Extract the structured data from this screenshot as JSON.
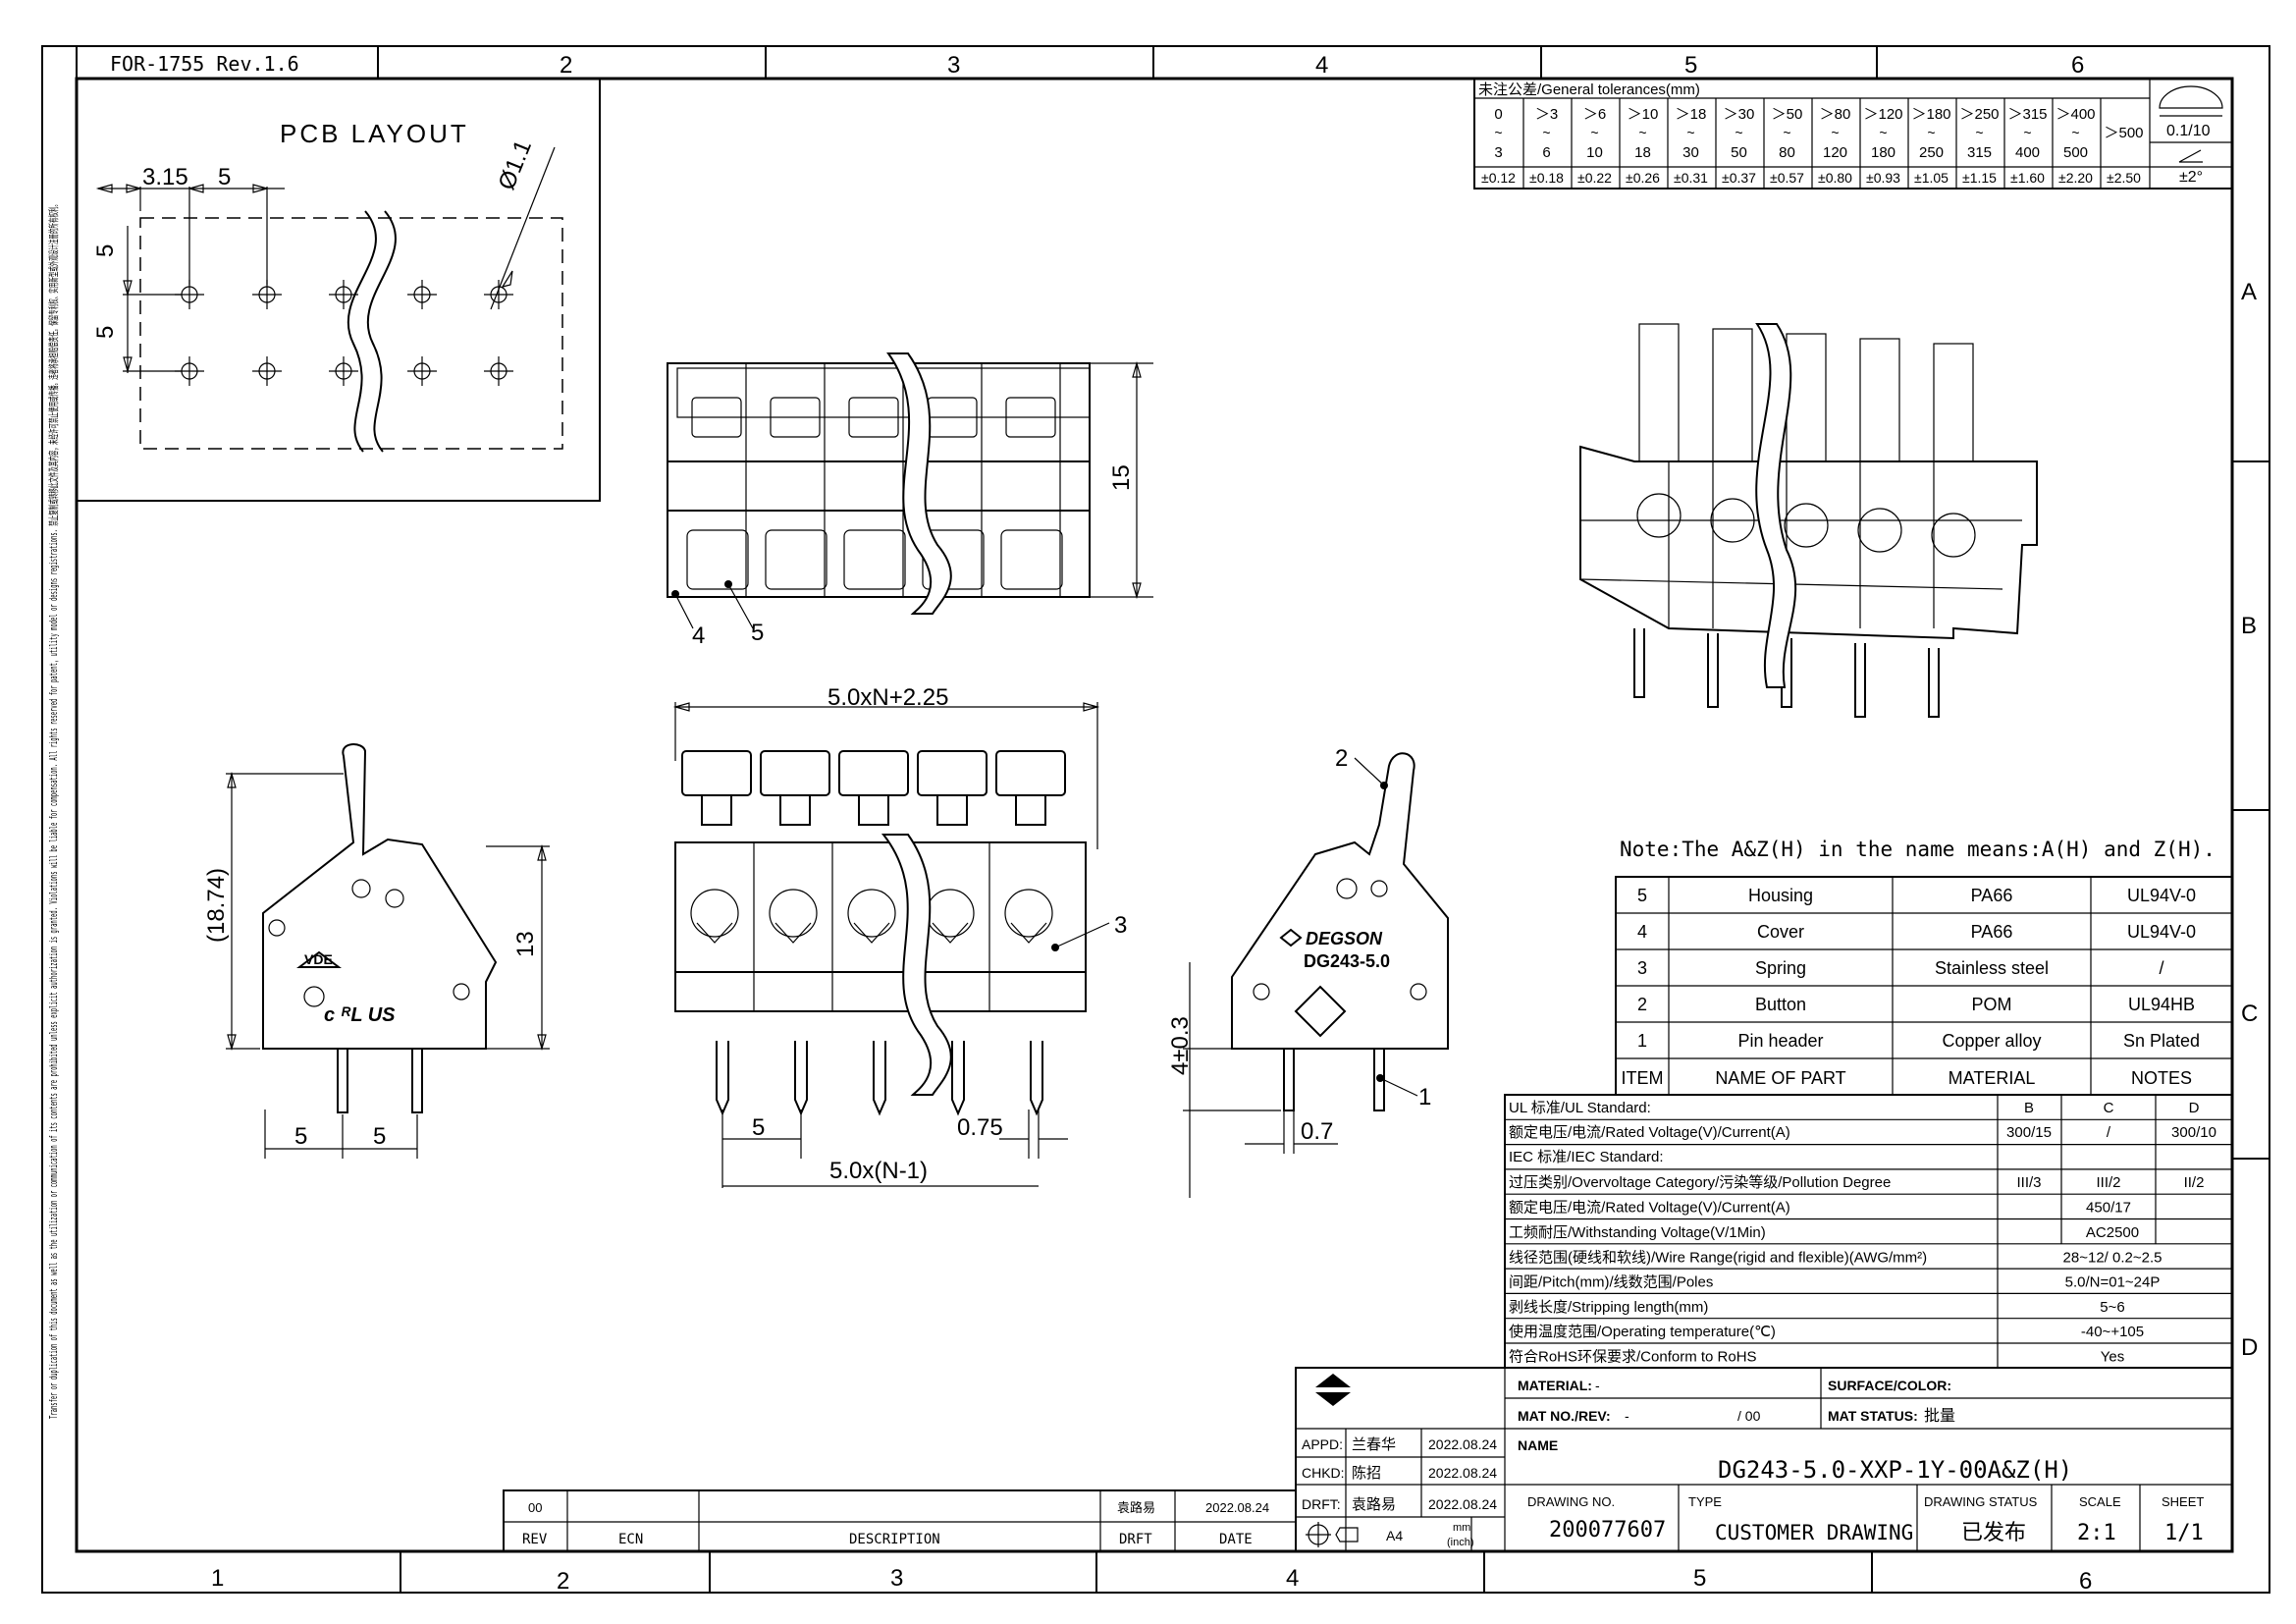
{
  "frame": {
    "form_no": "FOR-1755 Rev.1.6",
    "top_zones": [
      "2",
      "3",
      "4",
      "5",
      "6"
    ],
    "bottom_zones": [
      "1",
      "2",
      "3",
      "4",
      "5",
      "6"
    ],
    "side_zones": [
      "A",
      "B",
      "C",
      "D"
    ],
    "side_notice": "Transfer or duplication of this document as well as the utilization or communication of its contents are prohibited unless explicit authorization is granted. Violations will be liable for compensation. All rights reserved for patent, utility model or designs registrations. 禁止复制或转移此文件及其内容，未经许可禁止使用或传播。违者将承担赔偿责任。保留专利权、实用新型或外观设计注册的所有权利。"
  },
  "pcb_layout": {
    "title": "PCB LAYOUT",
    "dim_pitch_first": "3.15",
    "dim_pitch": "5",
    "dim_row_top": "5",
    "dim_row_bottom": "5",
    "dim_hole": "Ø1.1"
  },
  "top_view": {
    "dim_height": "15",
    "callout_4": "4",
    "callout_5": "5"
  },
  "front_view": {
    "dim_overall": "5.0xN+2.25",
    "dim_pitch": "5",
    "dim_pin": "0.75",
    "dim_span": "5.0x(N-1)",
    "callout_3": "3"
  },
  "left_view": {
    "dim_total": "(18.74)",
    "dim_body": "13",
    "dim_pin_left": "5",
    "dim_pin_right": "5",
    "mark_vde": "VDE",
    "mark_ul": "c ᴿL US"
  },
  "right_view": {
    "brand": "DEGSON",
    "model": "DG243-5.0",
    "dim_pin_length": "4±0.3",
    "dim_pin_width": "0.7",
    "callout_1": "1",
    "callout_2": "2"
  },
  "tolerance_table": {
    "title": "未注公差/General tolerances(mm)",
    "from": [
      "0",
      "＞3",
      "＞6",
      "＞10",
      "＞18",
      "＞30",
      "＞50",
      "＞80",
      "＞120",
      "＞180",
      "＞250",
      "＞315",
      "＞400",
      ""
    ],
    "to": [
      "3",
      "6",
      "10",
      "18",
      "30",
      "50",
      "80",
      "120",
      "180",
      "250",
      "315",
      "400",
      "500",
      "＞500"
    ],
    "tol": [
      "±0.12",
      "±0.18",
      "±0.22",
      "±0.26",
      "±0.31",
      "±0.37",
      "±0.57",
      "±0.80",
      "±0.93",
      "±1.05",
      "±1.15",
      "±1.60",
      "±2.20",
      "±2.50"
    ],
    "flatness": "0.1/10",
    "angle": "±2°"
  },
  "note": "Note:The A&Z(H) in the name means:A(H) and Z(H).",
  "bom": {
    "headers": [
      "ITEM",
      "NAME OF PART",
      "MATERIAL",
      "NOTES"
    ],
    "rows": [
      [
        "5",
        "Housing",
        "PA66",
        "UL94V-0"
      ],
      [
        "4",
        "Cover",
        "PA66",
        "UL94V-0"
      ],
      [
        "3",
        "Spring",
        "Stainless steel",
        "/"
      ],
      [
        "2",
        "Button",
        "POM",
        "UL94HB"
      ],
      [
        "1",
        "Pin header",
        "Copper alloy",
        "Sn Plated"
      ]
    ]
  },
  "specs": {
    "ul_title": "UL 标准/UL Standard:",
    "ul_cols": [
      "B",
      "C",
      "D"
    ],
    "ul_rated_label": "额定电压/电流/Rated Voltage(V)/Current(A)",
    "ul_rated": [
      "300/15",
      "/",
      "300/10"
    ],
    "iec_title": "IEC 标准/IEC Standard:",
    "iec_rows": [
      {
        "label": "过压类别/Overvoltage Category/污染等级/Pollution Degree",
        "values": [
          "III/3",
          "III/2",
          "II/2"
        ]
      },
      {
        "label": "额定电压/电流/Rated Voltage(V)/Current(A)",
        "values": [
          "",
          "450/17",
          ""
        ]
      }
    ],
    "rows": [
      {
        "label": "工频耐压/Withstanding Voltage(V/1Min)",
        "value": "AC2500"
      },
      {
        "label": "线径范围(硬线和软线)/Wire Range(rigid and flexible)(AWG/mm²)",
        "value": "28~12/ 0.2~2.5"
      },
      {
        "label": "间距/Pitch(mm)/线数范围/Poles",
        "value": "5.0/N=01~24P"
      },
      {
        "label": "剥线长度/Stripping length(mm)",
        "value": "5~6"
      },
      {
        "label": "使用温度范围/Operating temperature(℃)",
        "value": "-40~+105"
      },
      {
        "label": "符合RoHS环保要求/Conform to RoHS",
        "value": "Yes"
      }
    ]
  },
  "title_block": {
    "material_label": "MATERIAL:",
    "material_value": "-",
    "surface_label": "SURFACE/COLOR:",
    "surface_value": "",
    "matno_label": "MAT NO./REV:",
    "matno_value": "-",
    "rev_value": "/ 00",
    "status_label": "MAT STATUS:",
    "status_value": "批量",
    "name_label": "NAME",
    "name_value": "DG243-5.0-XXP-1Y-00A&Z(H)",
    "appd_label": "APPD:",
    "appd_name": "兰春华",
    "appd_date": "2022.08.24",
    "chkd_label": "CHKD:",
    "chkd_name": "陈招",
    "chkd_date": "2022.08.24",
    "drft_label": "DRFT:",
    "drft_name": "袁路易",
    "drft_date": "2022.08.24",
    "paper": "A4",
    "unit_top": "mm",
    "unit_bottom": "(inch)",
    "drawing_no_label": "DRAWING NO.",
    "drawing_no": "200077607",
    "type_label": "TYPE",
    "type_value": "CUSTOMER DRAWING",
    "status2_label": "DRAWING STATUS",
    "status2_value": "已发布",
    "scale_label": "SCALE",
    "scale_value": "2:1",
    "sheet_label": "SHEET",
    "sheet_value": "1/1"
  },
  "revision": {
    "rev": "00",
    "ecn": "",
    "description": "",
    "drft": "袁路易",
    "date": "2022.08.24",
    "h_rev": "REV",
    "h_ecn": "ECN",
    "h_desc": "DESCRIPTION",
    "h_drft": "DRFT",
    "h_date": "DATE"
  }
}
